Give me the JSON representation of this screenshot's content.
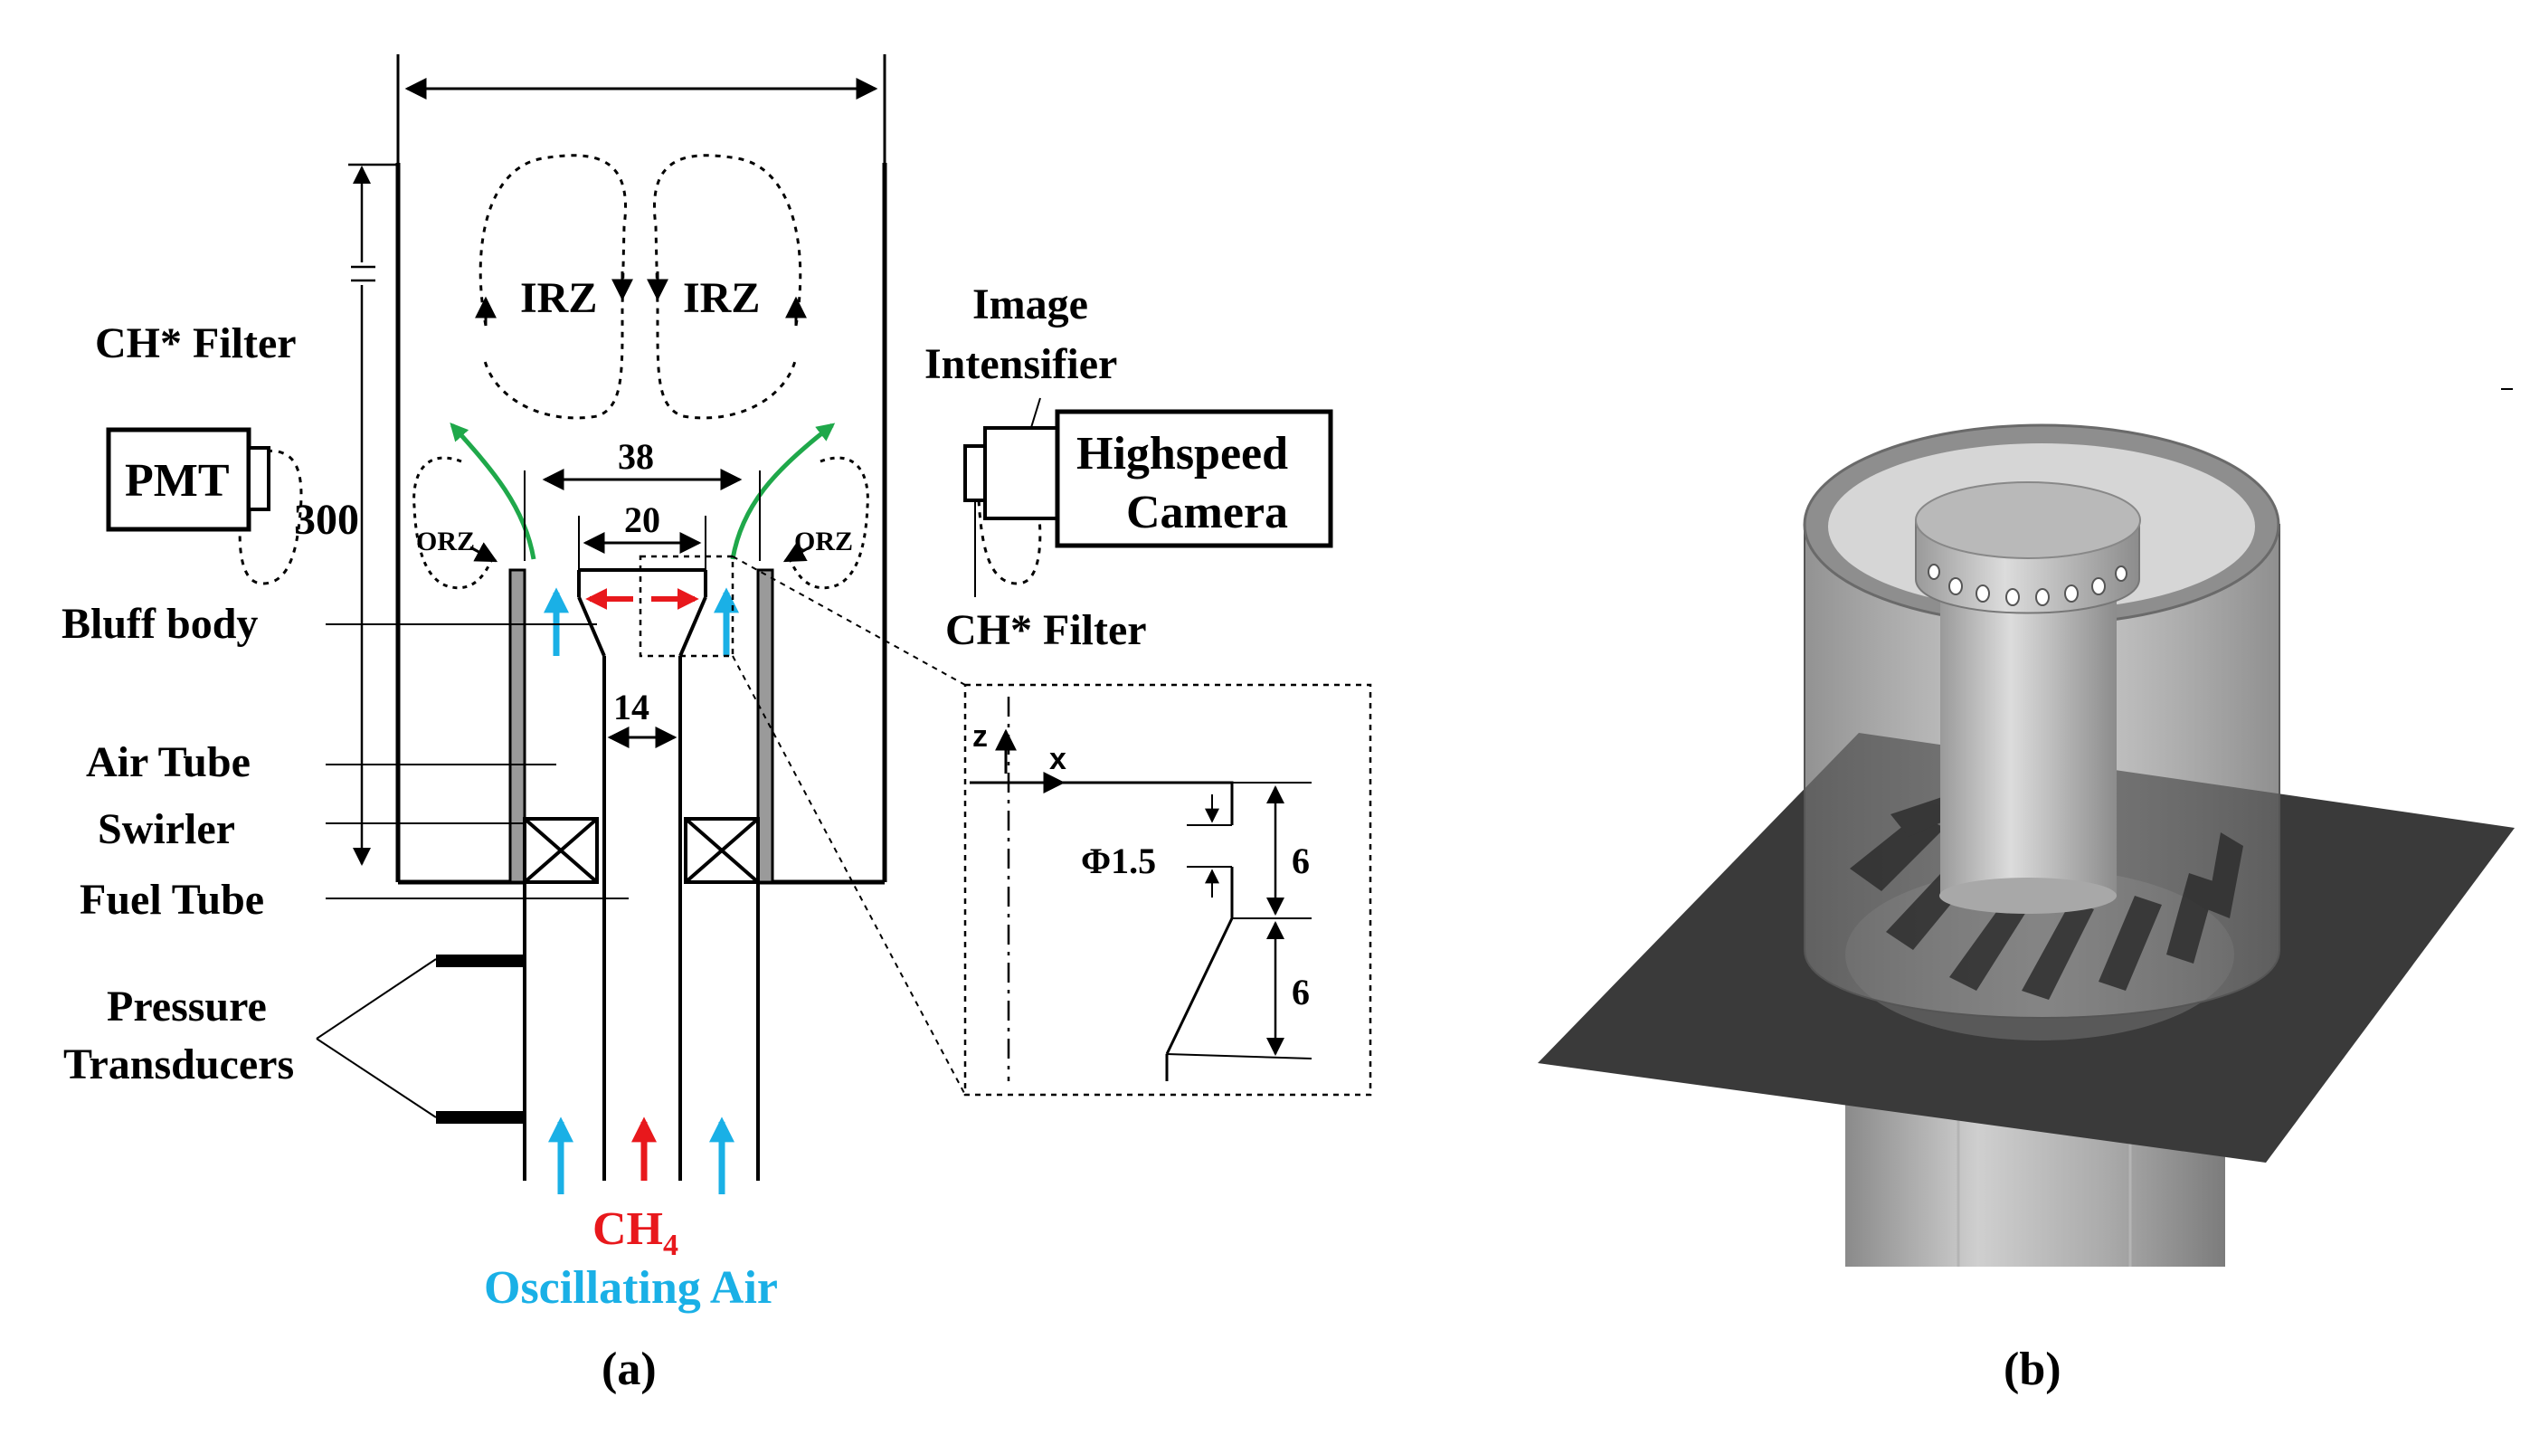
{
  "labels": {
    "ch_filter_left": "CH* Filter",
    "pmt": "PMT",
    "height_300": "300",
    "irz_left": "IRZ",
    "irz_right": "IRZ",
    "orz_left": "ORZ",
    "orz_right": "ORZ",
    "dim_38": "38",
    "dim_20": "20",
    "dim_14": "14",
    "bluff_body": "Bluff body",
    "air_tube": "Air Tube",
    "swirler": "Swirler",
    "fuel_tube": "Fuel Tube",
    "pressure": "Pressure",
    "transducers": "Transducers",
    "ch4_main": "CH",
    "ch4_sub": "4",
    "oscillating_air": "Oscillating Air",
    "image_intensifier_1": "Image",
    "image_intensifier_2": "Intensifier",
    "highspeed_1": "Highspeed",
    "highspeed_2": "Camera",
    "ch_filter_right": "CH* Filter",
    "axis_z": "z",
    "axis_x": "x",
    "phi": "Φ1.5",
    "dim_6_top": "6",
    "dim_6_bottom": "6",
    "caption_a": "(a)",
    "caption_b": "(b)"
  },
  "colors": {
    "ink": "#000000",
    "air": "#1ab0e6",
    "fuel": "#e8181c",
    "swirl": "#1fa84a",
    "plate": "#3a3a3a",
    "wall_fill": "#9a9a9a",
    "cylinder": "#9e9e9e"
  }
}
